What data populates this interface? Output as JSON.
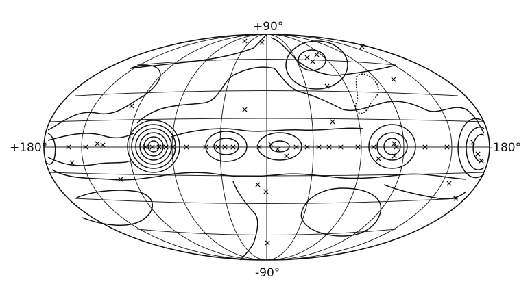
{
  "labels": {
    "north": "+90°",
    "south": "-90°",
    "left": "+180°",
    "right": "-180°"
  },
  "colors": {
    "ink": "#111111",
    "background": "#ffffff"
  }
}
